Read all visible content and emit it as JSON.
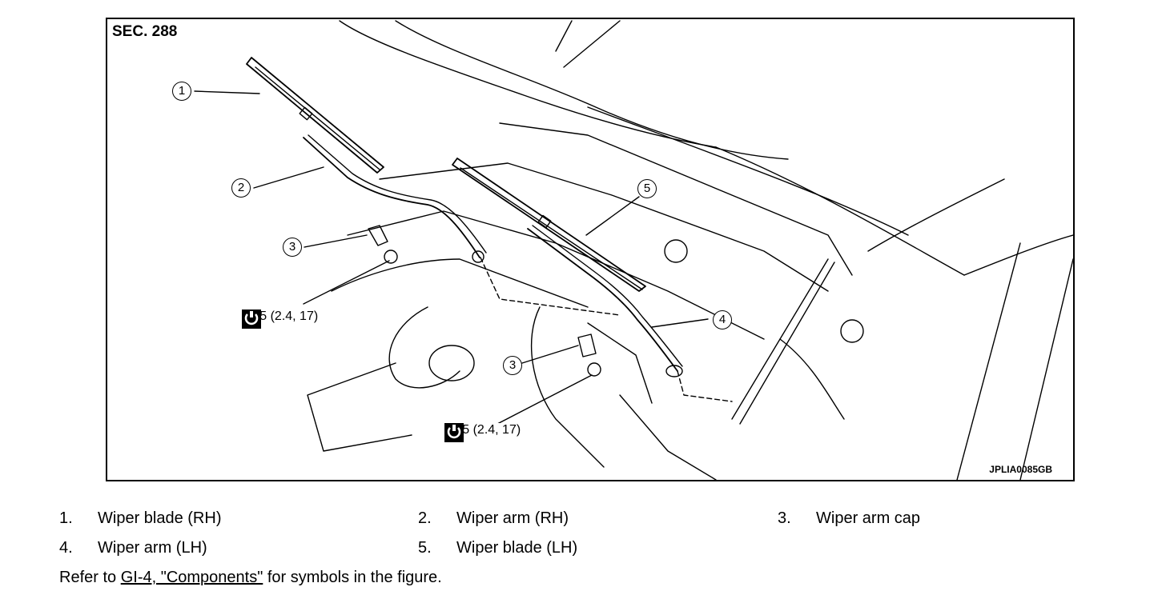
{
  "figure": {
    "section_label": "SEC. 288",
    "figure_id": "JPLIA0085GB",
    "callouts": [
      "1",
      "2",
      "3",
      "3",
      "4",
      "5"
    ],
    "torque_specs": [
      {
        "value": "23.5 (2.4, 17)"
      },
      {
        "value": "23.5 (2.4, 17)"
      }
    ]
  },
  "legend": [
    {
      "num": "1.",
      "label": "Wiper blade (RH)"
    },
    {
      "num": "2.",
      "label": "Wiper arm (RH)"
    },
    {
      "num": "3.",
      "label": "Wiper arm cap"
    },
    {
      "num": "4.",
      "label": "Wiper arm (LH)"
    },
    {
      "num": "5.",
      "label": "Wiper blade (LH)"
    }
  ],
  "refer": {
    "prefix": "Refer to ",
    "link": "GI-4, \"Components\"",
    "suffix": " for symbols in the figure."
  }
}
